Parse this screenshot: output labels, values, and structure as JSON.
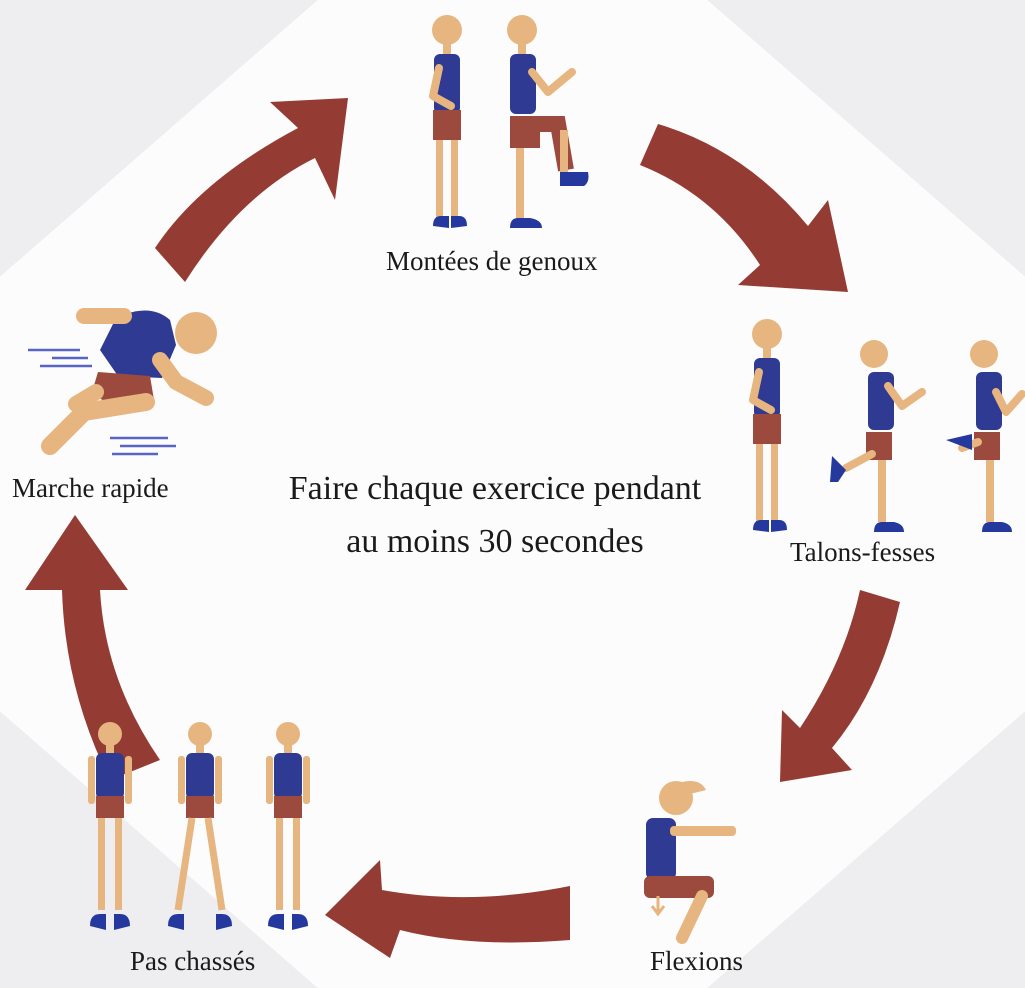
{
  "center_text": {
    "line1": "Faire chaque exercice pendant",
    "line2": "au moins 30 secondes"
  },
  "exercises": {
    "high_knees": "Montées de genoux",
    "butt_kicks": "Talons-fesses",
    "squats": "Flexions",
    "side_steps": "Pas chassés",
    "brisk_walk": "Marche rapide"
  },
  "colors": {
    "arrow": "#943c33",
    "skin": "#e7b57f",
    "shirt": "#2f3a93",
    "shorts": "#9b4a3d",
    "shoe": "#25389e",
    "background": "#fcfcfd"
  }
}
